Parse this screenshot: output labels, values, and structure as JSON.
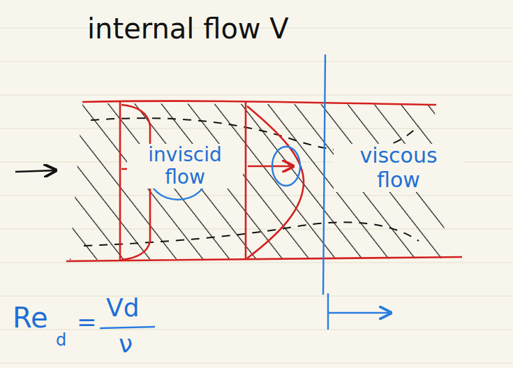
{
  "diagram": {
    "title": "internal flow V",
    "labels": [
      "inviscid flow",
      "viscous flow",
      "Re",
      "d",
      "=",
      "Vd",
      "ν"
    ]
  }
}
